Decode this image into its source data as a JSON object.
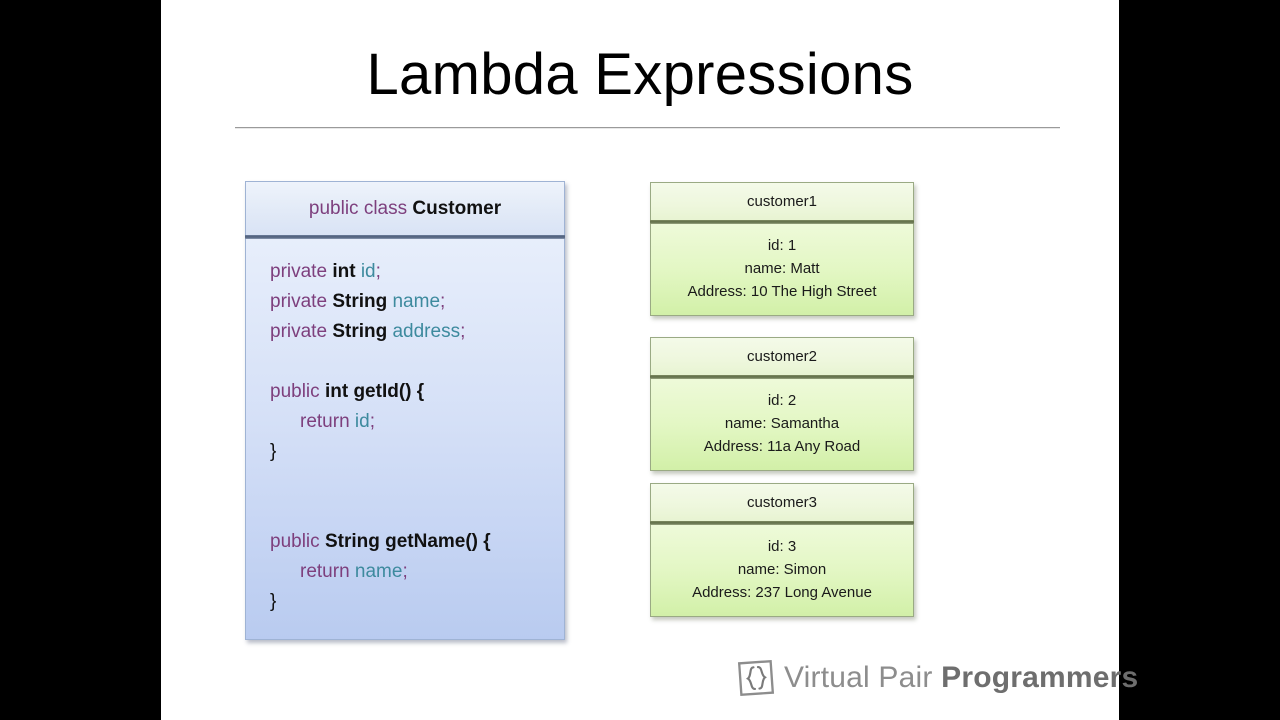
{
  "slide": {
    "title": "Lambda Expressions",
    "background": "#ffffff",
    "letterbox_color": "#000000"
  },
  "class_box": {
    "header": {
      "keyword": "public class",
      "class_name": "Customer"
    },
    "fields": [
      {
        "modifier": "private",
        "type": "int",
        "name": "id",
        "terminator": ";"
      },
      {
        "modifier": "private",
        "type": "String",
        "name": "name",
        "terminator": ";"
      },
      {
        "modifier": "private",
        "type": "String",
        "name": "address",
        "terminator": ";"
      }
    ],
    "methods": [
      {
        "modifier": "public",
        "return_type": "int",
        "signature": "getId() {",
        "return_keyword": "return",
        "return_value": "id",
        "return_terminator": ";",
        "close_brace": "}"
      },
      {
        "modifier": "public",
        "return_type": "String",
        "signature": "getName() {",
        "return_keyword": "return",
        "return_value": "name",
        "return_terminator": ";",
        "close_brace": "}"
      }
    ],
    "colors": {
      "keyword": "#7d3f7d",
      "type": "#111111",
      "field": "#3d8a9e",
      "fill_top": "#e7eefb",
      "fill_bottom": "#b9cbf0",
      "border": "#9fb3d4"
    }
  },
  "objects": [
    {
      "title": "customer1",
      "id_label": "id: 1",
      "name_label": "name: Matt",
      "address_label": "Address: 10 The High Street"
    },
    {
      "title": "customer2",
      "id_label": "id: 2",
      "name_label": "name: Samantha",
      "address_label": "Address: 11a Any Road"
    },
    {
      "title": "customer3",
      "id_label": "id: 3",
      "name_label": "name: Simon",
      "address_label": "Address: 237 Long Avenue"
    }
  ],
  "object_colors": {
    "fill_top": "#eefad9",
    "fill_bottom": "#d2f0a8",
    "border": "#9aaa84",
    "divider": "#5f6d47"
  },
  "footer": {
    "logo_icon": "braces-square-icon",
    "brand_light": "Virtual Pair",
    "brand_bold": "Programmers",
    "brand_color": "#8d8d8d"
  }
}
